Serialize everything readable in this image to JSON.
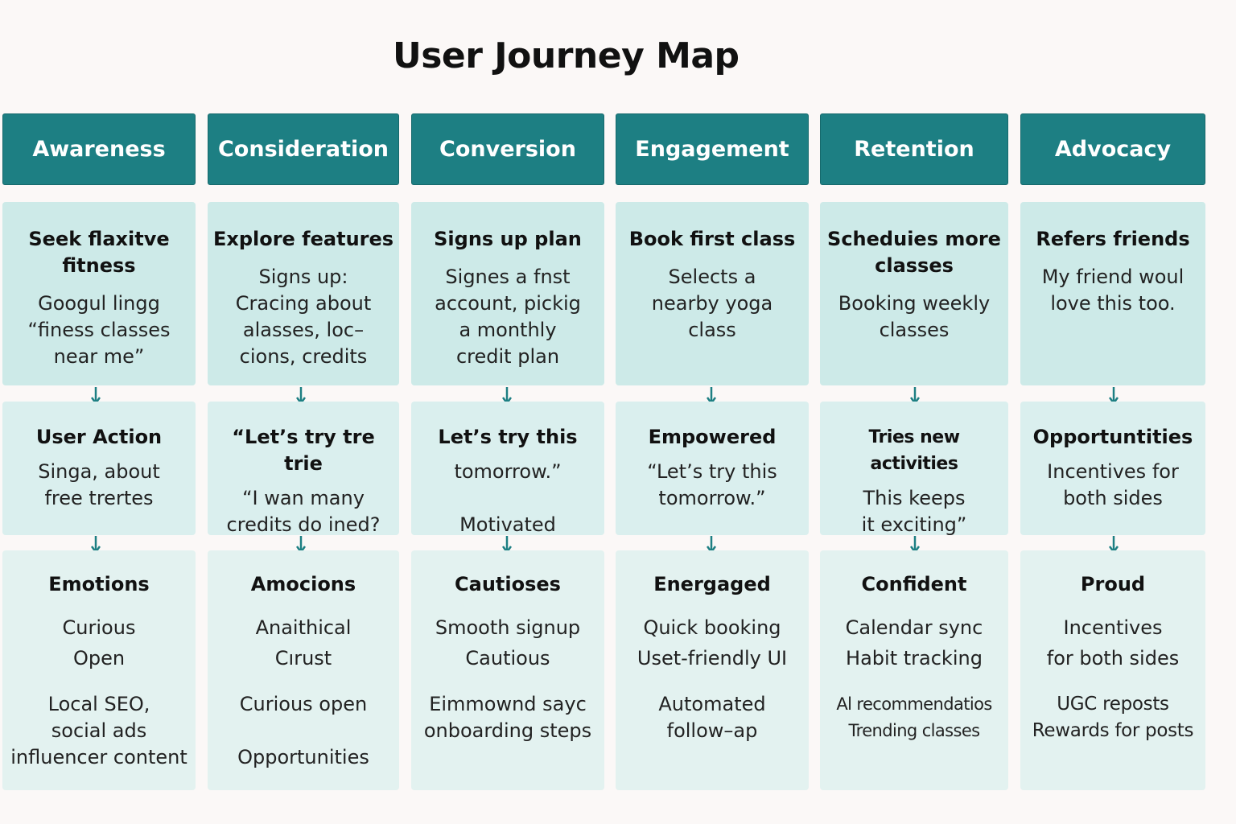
{
  "title": "User Journey Map",
  "stages": [
    {
      "header": "Awareness",
      "row1": {
        "title": "Seek flaxitve\nfitness",
        "text": "Googul lingg\n“finess classes\nnear me”"
      },
      "row2": {
        "title": "User Action",
        "text": "Singa, about\nfree trertes"
      },
      "row3": {
        "title": "Emotions",
        "text": "Curious\nOpen",
        "text2": "Local SEO,\nsocial ads\ninfluencer content"
      }
    },
    {
      "header": "Consideration",
      "row1": {
        "title": "Explore features",
        "text": "Signs up:\nCracing about\nalasses, loc–\ncions, credits"
      },
      "row2": {
        "title": "“Let’s try tre trie",
        "text": "“I wan many\ncredits do ined?"
      },
      "row3": {
        "title": "Amocions",
        "text": "Anaithical\nCırust",
        "text2": "Curious   open\n\nOpportunities"
      }
    },
    {
      "header": "Conversion",
      "row1": {
        "title": "Signs up plan",
        "text": "Signes a fnst\naccount, pickig\na monthly\ncredit plan"
      },
      "row2": {
        "title": "Let’s try this",
        "text": "tomorrow.”\n\nMotivated"
      },
      "row3": {
        "title": "Cautioses",
        "text": "Smooth signup\nCautious",
        "text2": "Eimmownd saуc\nonboarding steps"
      }
    },
    {
      "header": "Engagement",
      "row1": {
        "title": "Book first class",
        "text": "Selects a\nnearby yoga\nclass"
      },
      "row2": {
        "title": "Empowered",
        "text": "“Let’s try this\ntomorrow.”"
      },
      "row3": {
        "title": "Energaged",
        "text": "Quick booking\nUset-friendly UI",
        "text2": "Automated\nfollow–ap"
      }
    },
    {
      "header": "Retention",
      "row1": {
        "title": "Scheduies more\nclasses",
        "text": "Booking weekly\nclasses"
      },
      "row2": {
        "title": "Tries new activities",
        "text": "This keeps\nit exciting”"
      },
      "row3": {
        "title": "Confident",
        "text": "Calendar sync\nHabit tracking",
        "text2": "Al recommendatios\nTrending classes"
      }
    },
    {
      "header": "Advocacy",
      "row1": {
        "title": "Refers friends",
        "text": "My friend woul\nlove this too."
      },
      "row2": {
        "title": "Opportuntities",
        "text": "Incentives for\nboth sides"
      },
      "row3": {
        "title": "Proud",
        "text": "Incentives\nfor both sides",
        "text2": "UGC reposts\nRewards for posts"
      }
    }
  ],
  "colors": {
    "header_bg": "#1d7f83",
    "row1_bg": "#cdeae8",
    "row2_bg": "#daefee",
    "row3_bg": "#e3f2f0",
    "arrow": "#1d7f83"
  }
}
